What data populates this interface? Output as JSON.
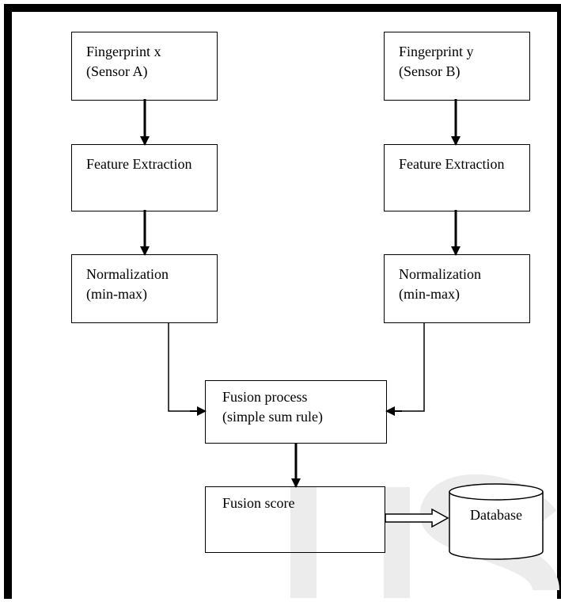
{
  "nodes": {
    "fp_x": {
      "line1": "Fingerprint x",
      "line2": "(Sensor A)"
    },
    "fp_y": {
      "line1": "Fingerprint y",
      "line2": "(Sensor B)"
    },
    "fe_left": {
      "line1": "Feature Extraction"
    },
    "fe_right": {
      "line1": "Feature Extraction"
    },
    "norm_left": {
      "line1": "Normalization",
      "line2": "(min-max)"
    },
    "norm_right": {
      "line1": "Normalization",
      "line2": "(min-max)"
    },
    "fusion_process": {
      "line1": "Fusion process",
      "line2": "(simple sum rule)"
    },
    "fusion_score": {
      "line1": "Fusion score"
    },
    "database": {
      "label": "Database"
    }
  },
  "watermark": {
    "letters": "IJS",
    "color": "#ececec"
  }
}
